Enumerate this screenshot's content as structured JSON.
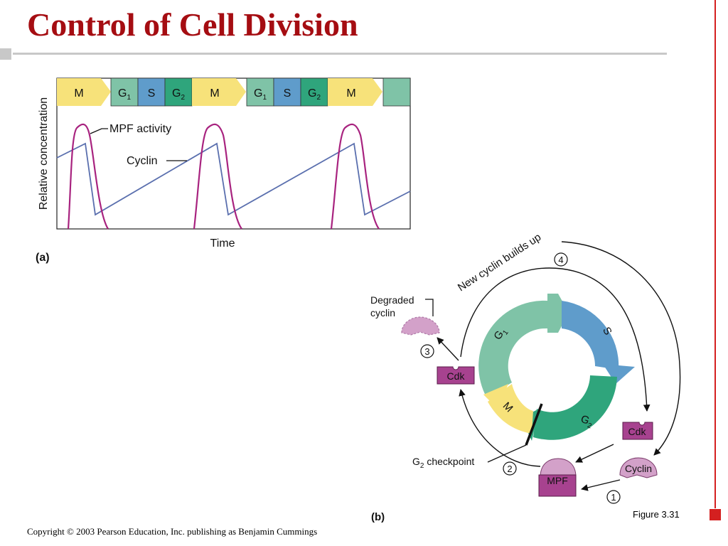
{
  "slide": {
    "title": "Control of Cell Division",
    "copyright": "Copyright © 2003 Pearson Education, Inc. publishing as Benjamin Cummings",
    "figure": "Figure 3.31"
  },
  "panel_a": {
    "label": "(a)",
    "y_axis_label": "Relative concentration",
    "x_axis_label": "Time",
    "mpf_label": "MPF activity",
    "cyclin_label": "Cyclin",
    "phases": [
      {
        "main": "M",
        "sub": ""
      },
      {
        "main": "G",
        "sub": "1"
      },
      {
        "main": "S",
        "sub": ""
      },
      {
        "main": "G",
        "sub": "2"
      },
      {
        "main": "M",
        "sub": ""
      },
      {
        "main": "G",
        "sub": "1"
      },
      {
        "main": "S",
        "sub": ""
      },
      {
        "main": "G",
        "sub": "2"
      },
      {
        "main": "M",
        "sub": ""
      },
      {
        "main": "",
        "sub": ""
      }
    ]
  },
  "panel_b": {
    "label": "(b)",
    "new_cyclin_label": "New cyclin builds up",
    "degraded_line1": "Degraded",
    "degraded_line2": "cyclin",
    "checkpoint_main": "G",
    "checkpoint_sub": "2",
    "checkpoint_rest": " checkpoint",
    "cdk_label": "Cdk",
    "mpf_label": "MPF",
    "cyclin_label": "Cyclin",
    "ring_g1": "G",
    "ring_g1_sub": "1",
    "ring_s": "S",
    "ring_g2": "G",
    "ring_g2_sub": "2",
    "ring_m": "M",
    "step1": "1",
    "step2": "2",
    "step3": "3",
    "step4": "4"
  },
  "colors": {
    "title_red": "#a50d12",
    "m_phase": "#f7e27a",
    "g1_phase": "#7fc3a7",
    "s_phase": "#5f9ccb",
    "g2_phase": "#2fa57c",
    "mpf_curve": "#a8237f",
    "cyclin_curve": "#5a6fae",
    "cdk_box": "#a7428f",
    "cyclin_shape": "#d3a1c9"
  }
}
